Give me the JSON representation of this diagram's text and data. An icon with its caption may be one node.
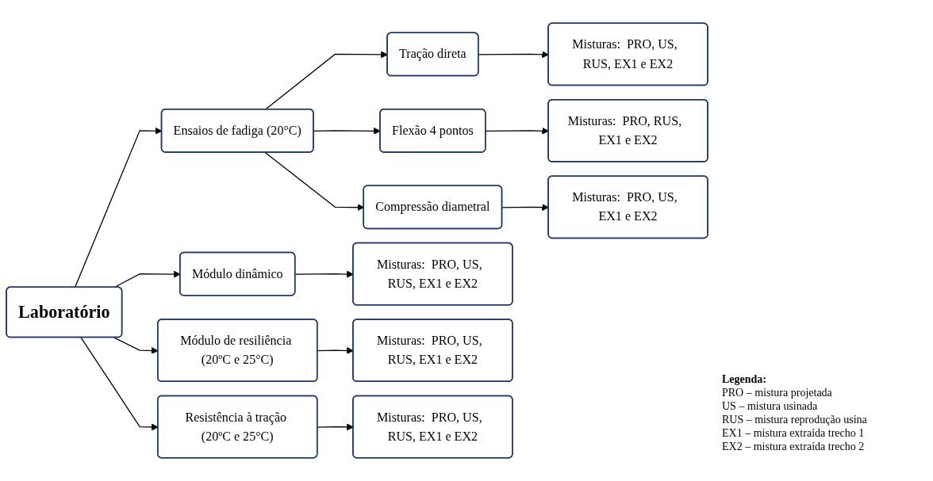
{
  "diagram": {
    "nodes": [
      {
        "text": [
          "Laboratório"
        ]
      },
      {
        "text": [
          "Ensaios de fadiga (20°C)"
        ]
      },
      {
        "text": [
          "Tração direta"
        ]
      },
      {
        "text": [
          "Misturas:  PRO, US,  RUS, EX1 e EX2"
        ]
      },
      {
        "text": [
          "Flexão 4 pontos"
        ]
      },
      {
        "text": [
          "Misturas:  PRO, RUS,  EX1 e EX2"
        ]
      },
      {
        "text": [
          "Compressão diametral"
        ]
      },
      {
        "text": [
          "Misturas:  PRO, US,  EX1 e EX2"
        ]
      },
      {
        "text": [
          "Módulo dinâmico"
        ]
      },
      {
        "text": [
          "Misturas:  PRO, US,  RUS, EX1 e EX2"
        ]
      },
      {
        "text": [
          "Módulo de resiliência (20ºC e 25°C)"
        ]
      },
      {
        "text": [
          "Misturas:  PRO, US,  RUS, EX1 e EX2"
        ]
      },
      {
        "text": [
          "Resistência à tração (20ºC e 25°C)"
        ]
      },
      {
        "text": [
          "Misturas:  PRO, US,  RUS, EX1 e EX2"
        ]
      }
    ],
    "edges": [
      {
        "from": 0,
        "to": 1,
        "arrow": "to"
      },
      {
        "from": 1,
        "to": 2,
        "arrow": "to"
      },
      {
        "from": 2,
        "to": 3,
        "arrow": "to"
      },
      {
        "from": 1,
        "to": 4,
        "arrow": "to"
      },
      {
        "from": 4,
        "to": 5,
        "arrow": "to"
      },
      {
        "from": 1,
        "to": 6,
        "arrow": "to"
      },
      {
        "from": 6,
        "to": 7,
        "arrow": "to"
      },
      {
        "from": 0,
        "to": 8,
        "arrow": "to"
      },
      {
        "from": 8,
        "to": 9,
        "arrow": "to"
      },
      {
        "from": 0,
        "to": 10,
        "arrow": "to"
      },
      {
        "from": 10,
        "to": 11,
        "arrow": "to"
      },
      {
        "from": 0,
        "to": 12,
        "arrow": "to"
      },
      {
        "from": 12,
        "to": 13,
        "arrow": "to"
      }
    ],
    "labels": [
      "Legenda:"
    ],
    "legend": [
      {
        "text": "PRO – mistura projetada"
      },
      {
        "text": "US – mistura usinada"
      },
      {
        "text": "RUS – mistura reprodução usina"
      },
      {
        "text": "EX1 – mistura extraída trecho 1"
      },
      {
        "text": "EX2 – mistura extraída trecho 2"
      }
    ]
  }
}
